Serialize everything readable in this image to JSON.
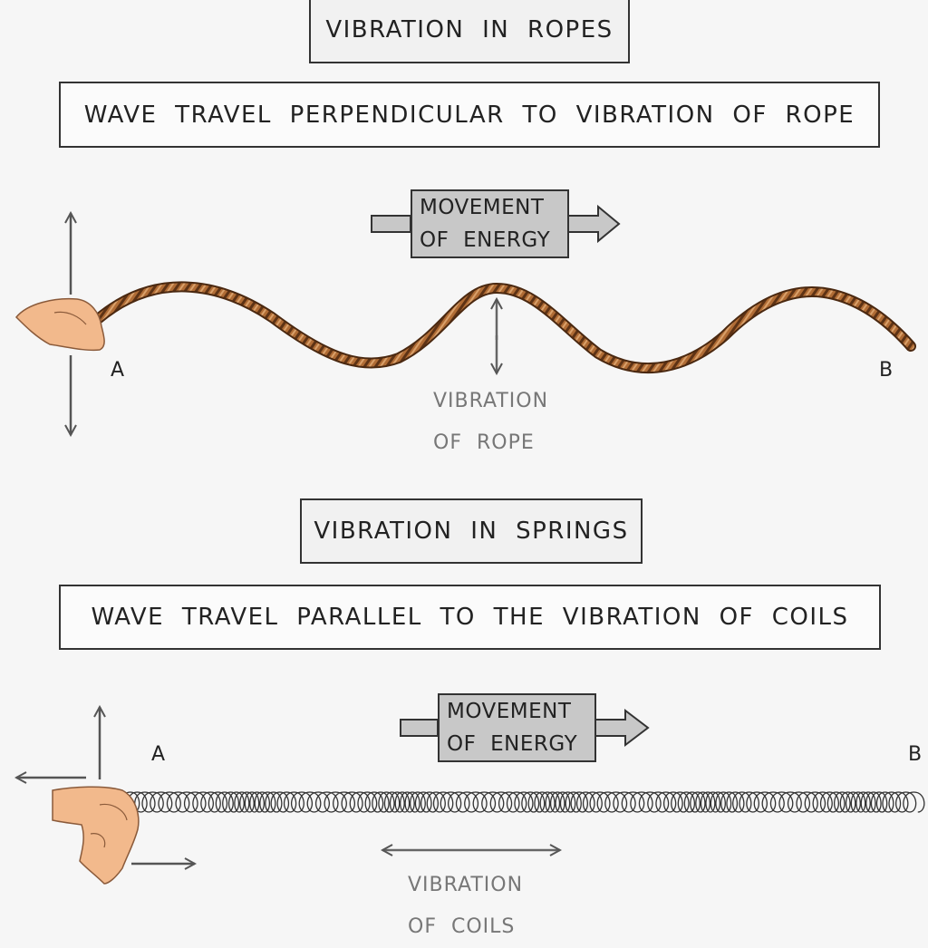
{
  "rope_section": {
    "title": "VIBRATION IN ROPES",
    "description": "WAVE TRAVEL PERPENDICULAR TO VIBRATION OF ROPE",
    "energy_label_line1": "MOVEMENT",
    "energy_label_line2": "OF ENERGY",
    "point_a": "A",
    "point_b": "B",
    "vibration_label_line1": "VIBRATION",
    "vibration_label_line2": "OF ROPE"
  },
  "spring_section": {
    "title": "VIBRATION IN SPRINGS",
    "description": "WAVE TRAVEL PARALLEL TO THE VIBRATION OF COILS",
    "energy_label_line1": "MOVEMENT",
    "energy_label_line2": "OF ENERGY",
    "point_a": "A",
    "point_b": "B",
    "vibration_label_line1": "VIBRATION",
    "vibration_label_line2": "OF COILS"
  },
  "colors": {
    "rope": "#9a5a2a",
    "rope_highlight": "#d9a06a",
    "skin": "#f2b98c",
    "arrow": "#555555",
    "energy_box": "#c8c8c8",
    "coil": "#333333"
  }
}
